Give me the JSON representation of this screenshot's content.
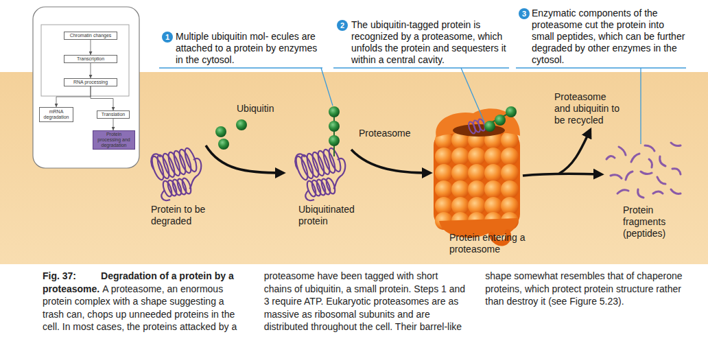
{
  "diagram": {
    "title": "Degradation of a protein by a proteasome.",
    "caption": "A proteasome, an enormous protein complex with a shape suggesting a trash can, chops up unneeded proteins in the cell. In most cases, the proteins attacked by a proteasome have been tagged with short chains of ubiquitin, a small protein. Steps 1 and 3 require ATP. Eukaryotic proteasomes are as massive as ribosomal subunits and are distributed throughout the cell. Their barrel-like shape somewhat resembles that of chaperone proteins, which protect protein structure rather than destroy it (see Figure 5.23).",
    "nodes": [
      {
        "text": [
          "Chromatin changes"
        ]
      },
      {
        "text": [
          "Transcription"
        ]
      },
      {
        "text": [
          "RNA processing"
        ]
      },
      {
        "text": [
          "mRNA degradation"
        ]
      },
      {
        "text": [
          "Translation"
        ]
      },
      {
        "text": [
          "Protein processing and degradation"
        ]
      },
      {
        "text": [
          "1"
        ]
      },
      {
        "text": [
          "2"
        ]
      },
      {
        "text": [
          "3"
        ]
      },
      {
        "text": [
          "Proteasome and ubiquitin to be recycled",
          "Ubiquitin",
          "Proteasome",
          "Protein to be degraded",
          "Ubiquitinated protein",
          "Protein entering a proteasome",
          "Protein fragments (peptides)"
        ]
      }
    ],
    "edges": [
      {
        "from": 0,
        "to": 1,
        "arrow": "to"
      },
      {
        "from": 1,
        "to": 2,
        "arrow": "to"
      },
      {
        "from": 2,
        "to": 3,
        "arrow": "to"
      },
      {
        "from": 2,
        "to": 4,
        "arrow": "to"
      },
      {
        "from": 4,
        "to": 5,
        "arrow": "to"
      }
    ],
    "labels": [
      "Multiple ubiquitin mol- ecules are attached to a protein by enzymes in the cytosol.",
      "The ubiquitin-tagged protein is recognized by a proteasome, which unfolds the protein and sequesters it within a central cavity.",
      "Enzymatic components of the proteasome cut the protein into small peptides, which can be further degraded by other enzymes in the cytosol.",
      "Fig. 37:"
    ]
  }
}
